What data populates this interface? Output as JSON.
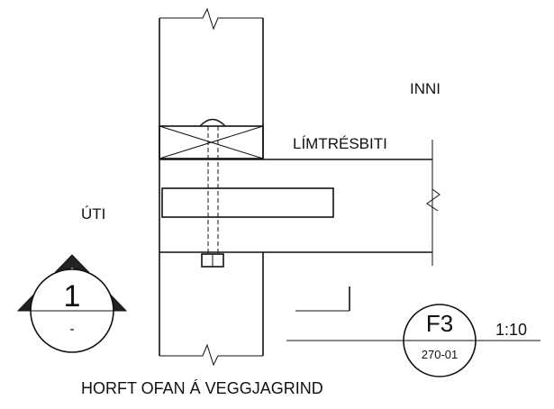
{
  "labels": {
    "inside": "INNI",
    "outside": "ÚTI",
    "beam": "LÍMTRÉSBITI",
    "caption": "HORFT OFAN Á VEGGJAGRIND"
  },
  "section_marker": {
    "number": "1",
    "sheet": "-"
  },
  "detail_tag": {
    "id": "F3",
    "sheet": "270-01",
    "scale": "1:10"
  }
}
